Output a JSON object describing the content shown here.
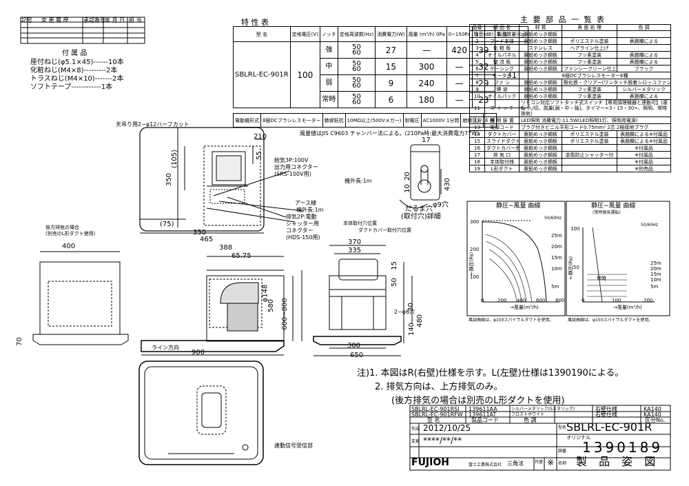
{
  "revision_table": {
    "headers": [
      "記号",
      "変 更 履 歴",
      "承認番号",
      "年 月 日",
      "担 当"
    ]
  },
  "accessories": {
    "title": "付 属 品",
    "items": [
      "座付ねじ(φ5.1×45)------10本",
      "化粧ねじ(M4×8)---------2本",
      "トラスねじ(M4×10)-------2本",
      "ソフトテープ------------1本"
    ]
  },
  "spec_table": {
    "title": "特 性 表",
    "headers": [
      "型 名",
      "定格電圧(V)",
      "ノッチ",
      "定格周波数(Hz)",
      "消費電力(W)",
      "風量 (m³/h) 0Pa",
      "0~150Pa",
      "騒音(dB)",
      "製品質量(Kg)"
    ],
    "model": "SBLRL-EC-901R",
    "voltage": "100",
    "weight": "31",
    "rows": [
      {
        "notch": "強",
        "freq": [
          "50",
          "60"
        ],
        "power": "27",
        "air0": "—",
        "air150": "420",
        "noise": "39"
      },
      {
        "notch": "中",
        "freq": [
          "50",
          "60"
        ],
        "power": "15",
        "air0": "300",
        "air150": "—",
        "noise": "32"
      },
      {
        "notch": "弱",
        "freq": [
          "50",
          "60"
        ],
        "power": "9",
        "air0": "240",
        "air150": "—",
        "noise": "29"
      },
      {
        "notch": "常時",
        "freq": [
          "50",
          "60"
        ],
        "power": "6",
        "air0": "180",
        "air150": "—",
        "noise": "23"
      }
    ],
    "footer": [
      "電動機形式",
      "8極DCブラシレスモーター",
      "絶縁抵抗",
      "10MΩ以上(500Vメガー)",
      "耐電圧",
      "AC1000V 1分間",
      "絶縁区分",
      "E 種"
    ],
    "note": "風量値はJIS C9603 チャンバー法による。(210Pa時:最大消費電力77W)"
  },
  "parts_table": {
    "title": "主 要 部 品 一 覧 表",
    "headers": [
      "品番",
      "部 品 名",
      "材 質",
      "表 面 処 理",
      "色 調"
    ],
    "rows": [
      [
        "1",
        "本 体",
        "亜鉛めっき鋼板",
        "",
        ""
      ],
      [
        "2",
        "フード本体",
        "亜鉛めっき鋼板",
        "ポリエステル塗装",
        "表題欄による"
      ],
      [
        "3",
        "化 粧 板",
        "ステンレス",
        "ヘアライン仕上げ",
        ""
      ],
      [
        "4",
        "オイルパネル",
        "亜鉛めっき鋼板",
        "フッ素塗装",
        "表題欄による"
      ],
      [
        "5",
        "整 流 板",
        "亜鉛めっき鋼板",
        "フッ素塗装",
        "表題欄による"
      ],
      [
        "6",
        "ケーシング",
        "亜鉛めっき鋼板",
        "ファンシークリーン仕上",
        "ブラック"
      ],
      [
        "7",
        "モーター",
        "8極DCブラシレスモーターE種",
        "",
        ""
      ],
      [
        "8",
        "ファ ン",
        "亜鉛めっき鋼板",
        "酸化鉄・クリアー(ワンタッチ脱着シロッコファン)",
        ""
      ],
      [
        "9",
        "煙 道",
        "亜鉛めっき鋼板",
        "フッ素塗装",
        "シルバーメタリック"
      ],
      [
        "10",
        "オイルパック",
        "亜鉛めっき鋼板",
        "フッ素塗装",
        "表題欄による"
      ],
      [
        "11",
        "ス イ ッ チ",
        "リモコン対応ソフトタッチ式スイッチ【専用調理機器と連動可】(運転 入/切、風量[弱・中・強]、タイマー<3・15・30>、照明、常時換気)",
        "",
        ""
      ],
      [
        "12",
        "照 明 装 置",
        "LED照明 消費電力:11.5W(LED照明1灯、照明用電源)",
        "",
        ""
      ],
      [
        "13",
        "電源コード",
        "ブラグ付きビニル平形コード0.75mm² 2芯 2極接地プラグ",
        "",
        ""
      ],
      [
        "14",
        "ダクトカバー",
        "亜鉛めっき鋼板",
        "ポリエステル塗装",
        "表題欄による※付属品"
      ],
      [
        "15",
        "スライドダクト",
        "亜鉛めっき鋼板",
        "ポリエステル塗装",
        "表題欄による※付属品"
      ],
      [
        "16",
        "ダクトカバー吊金具",
        "亜鉛めっき鋼板",
        "",
        "※付属品"
      ],
      [
        "17",
        "排 気 口",
        "亜鉛めっき鋼板",
        "逆風防止シャッター付",
        "※付属品"
      ],
      [
        "18",
        "本体取付桟",
        "亜鉛めっき鋼板",
        "",
        "※付属品"
      ],
      [
        "19",
        "L形ダクト",
        "亜鉛めっき鋼板",
        "",
        "※別売品"
      ]
    ]
  },
  "drawing_labels": {
    "ceiling_hole": "天吊り用2−φ12ハーフカット",
    "d210": "210",
    "d105": "(105)",
    "d350": "350",
    "d55": "55",
    "d75": "(75)",
    "d350b": "350",
    "power_cord": "給気3P:100V",
    "power_cord2": "出力用コネクター",
    "power_cord3": "(SRS-100V用)",
    "ground": "アース線",
    "ground_len": "機外長:1m",
    "shutter": "排気2P:電動",
    "shutter2": "シャッター用",
    "shutter3": "コネクター",
    "shutter4": "(HDS-150用)",
    "cord_len": "機外長:1m",
    "rear_duct": "後方排気の場合",
    "rear_duct2": "(別売のL形ダクト使用)",
    "d17": "17",
    "d20": "20",
    "d10": "10",
    "d430": "430",
    "phi9": "φ9穴",
    "keyhole": "だるま穴",
    "keyhole2": "(取付穴)詳細",
    "d400": "400",
    "d465": "465",
    "d388": "388",
    "d6575": "65.75",
    "d148": "φ148",
    "d580": "580",
    "d600800": "600~800",
    "d70": "70",
    "line_dir": "ライン方向",
    "d900": "900",
    "body_hole": "本体取付穴位置",
    "cover_hole": "ダクトカバー取付穴位置",
    "d370": "370",
    "d335": "335",
    "d15": "15",
    "d50": "50",
    "d30": "30",
    "d26": "2−φ6穴",
    "d140": "140",
    "d480": "480",
    "d260": "260",
    "d300": "300",
    "d650": "650",
    "remote": "連動信号受信部"
  },
  "graphs": {
    "left": {
      "title": "静圧−風量 曲線",
      "legend": "50/60Hz",
      "ylabel": "←静圧(Pa)",
      "xlabel": "→風量(m³/h)",
      "yticks": [
        "300",
        "200",
        "100"
      ],
      "xticks": [
        "0",
        "200",
        "400",
        "600",
        "800"
      ],
      "curves": [
        "25m",
        "20m",
        "15m",
        "10m",
        "5m"
      ],
      "foot": "風試曲線は、φ150スパイラルダクトを使用。"
    },
    "right": {
      "title": "静圧−風量 曲線",
      "subtitle": "(常時換気運転)",
      "legend": "50/60Hz",
      "ylabel": "←静圧(Pa)",
      "xlabel": "→風量(m³/h)",
      "yticks": [
        "100",
        "50"
      ],
      "xticks": [
        "0",
        "100",
        "200"
      ],
      "curves": [
        "25m",
        "20m",
        "15m",
        "10m",
        "5m"
      ],
      "mark": "常時",
      "foot": "風試曲線は、φ150スパイラルダクトを使用。"
    }
  },
  "notes": [
    "注)1. 本図はR(右壁)仕様を示す。L(左壁)仕様は1390190による。",
    "2. 排気方向は、上方排気のみ。",
    "(後方排気の場合は別売のL形ダクトを使用)"
  ],
  "title_block": {
    "variants": [
      [
        "SBLRL-EC-901RSI",
        "139611AA",
        "シルバーメタリック(Sメタリック)",
        "右壁仕様",
        "KA140"
      ],
      [
        "SBLRL-EC-901RFW",
        "139611AT",
        "フロストホワイト",
        "右壁仕様",
        "KA140"
      ]
    ],
    "variant_headers": [
      "型 名",
      "製品コード",
      "色 調",
      "",
      "区分No."
    ],
    "date_label": "作成",
    "date": "2012/10/25",
    "rev_label": "変更",
    "rev": "****/**/**",
    "model_label": "型名",
    "model": "SBLRL-EC-901R",
    "original": "オリジナル",
    "drawing_no_label": "図番",
    "drawing_no": "1390189",
    "name_label": "名称",
    "name": "製 品 姿 図",
    "company": "FUJIOH",
    "company_full": "富士工業株式会社",
    "projection": "三角法",
    "scale_label": "尺度",
    "scale": "※"
  }
}
